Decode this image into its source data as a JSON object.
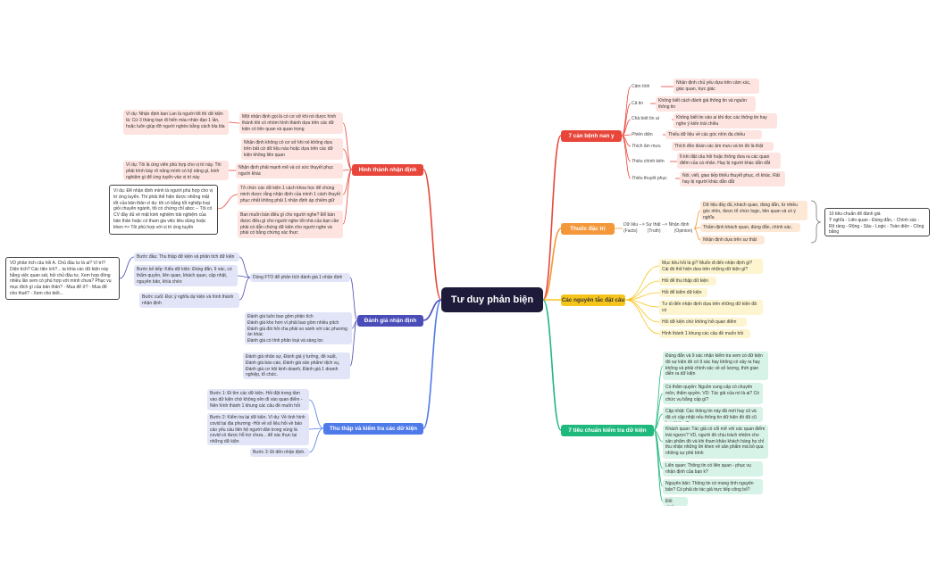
{
  "center": "Tư duy phản biện",
  "colors": {
    "red": "#e8463a",
    "orange": "#f4973a",
    "yellow": "#f6c51c",
    "green": "#1fb87d",
    "indigo": "#4a4db8",
    "blue": "#4f7ae9"
  },
  "branches": {
    "bias": {
      "label": "7 cản bệnh nan y",
      "items": [
        {
          "label": "Cảm tính",
          "desc": "Nhận định chủ yếu dựa trên cảm xúc, giác quan, trực giác"
        },
        {
          "label": "Cả tin",
          "desc": "Không biết cách đánh giá thông tin và nguồn thông tin"
        },
        {
          "label": "Chả biết tìn ai",
          "desc": "Không biết tin vào ai khi đọc các thông tin hay nghe ý kiến trái chiều"
        },
        {
          "label": "Phiến diện",
          "desc": "Thiếu dữ liệu về các góc nhìn đa chiều"
        },
        {
          "label": "Thích âm mưu",
          "desc": "Thích đồn đoán các âm mưu và tin đó là thật"
        },
        {
          "label": "Thiếu chính kiến",
          "desc": "Ít khi đặt câu hỏi hoặc thông đưa ra các quan điểm của cá nhân. Hay bị người khác dẫn dắt"
        },
        {
          "label": "Thiếu thuyết phục",
          "desc": "Nói, viết, giao tiếp thiếu thuyết phục, rõ khác. Rất hay bị người khác dẫn dắt"
        }
      ]
    },
    "medicine": {
      "label": "Thuốc đặc trị",
      "formula": "Dữ liệu --> Sự thật --> Nhận định",
      "formula_sub": "(Facts)        (Truth)           (Opinion)",
      "items": [
        "Dữ liệu đầy đủ, khách quan, đúng đắn, từ nhiều góc nhìn, được tổ chức logic, liên quan và có ý nghĩa",
        "Thẩm định khách quan, đúng đắn, chính xác.",
        "Nhận định dựa trên sự thật"
      ],
      "note_title": "10 tiêu chuẩn để đánh giá",
      "note_body": "Ý nghĩa - Liên quan - Đúng đắn, - Chính xác - Rõ ràng - Rộng - Sâu - Logic - Toàn diện - Công bằng"
    },
    "principles": {
      "label": "Các nguyên tắc đặt câu hỏi",
      "items": [
        "Mục tiêu hỏi là gì? Muốn đi đến nhận định gì? Cái đó thể hiện dưa trên những dữ kiện gì?",
        "Hỏi để thu thập dữ kiện",
        "Hỏi để kiểm dữ kiện",
        "Tư di đến nhận định dựa trên những dữ kiện đã có",
        "Hỏi dữ kiện chứ không hỏi quan điểm",
        "Hình thành 1 khung các câu đề muốn hỏi"
      ]
    },
    "standards": {
      "label": "7 tiêu chuẩn kiểm tra dữ kiện",
      "items": [
        "Đúng đắn và 9 xác nhận kiểm tra xem có dữ kiện đó sự kiện đó có 9 xác hay không có xảy ra hay không và phải chính xác về số lượng, thời gian diễn ra dữ kiện",
        "Có thẩm quyền: Nguồn cung cấp có chuyên môn, thẩm quyền. VD: Tác giả của nó là ai? Có chức vụ bằng cấp gì?",
        "Cập nhật: Các thông tin này đã mới hay cũ và đã có cập nhật nếu thông tin dữ kiện đó đã cũ hay không?",
        "Khách quan: Tác giả có cổi mở với các quan điểm trái ngược? VD, người đó chịu trách nhiệm cho sản phẩm đó và khi tham khảo khách hàng họ chỉ thu nhận những lời khen về sản phẩm mà bỏ qua những sự phê bình",
        "Liên quan: Thông tin có liên quan - phục vụ nhận định của bạn k?",
        "Nguyên bản: Thông tin có mang tính nguyên bản? Có phải do tác giả trực tiếp công bố?",
        "Đối chiếu."
      ]
    },
    "forming": {
      "label": "Hình thành nhận định",
      "items": [
        "Một nhận định gọi là có cơ sở khi nó được hình thành khi có nhóm hình thành dựa trên các dữ kiện có liên quan và quan trọng",
        "Nhận định không có cơ sở khi nó không dựa trên bất cứ dữ liệu nào hoặc dựa trên các dữ kiện không liên quan",
        "Nhận định phải mạnh mẽ và có sức thuyết phục người khác",
        "Tổ chức các dữ kiện 1 cách khoa học để chúng minh được rằng nhận định của mình 1 cách thuyết phục nhất không phải 1 nhận định áp chiếm giữ",
        "Ban muốn bán điều gì cho người nghe? Để bán được điều gì cho người nghe tốt nhà của bạn cần phải có dẫn chứng dữ kiện cho người nghe và phải có bằng chứng xác thực"
      ],
      "notes": [
        "Ví dụ: Nhận định ban Lan là người tốt thì dữ kiện là: Cứ 3 tháng bạn đi hiến máu nhân đạo 1 lần, hoặc luôn giúp đỡ người nghèo bằng cách bla bla",
        "Ví dụ: Tôi là ứng viên phù hợp cho vị trí này. Thì phải trình bày rõ năng mình có kỹ năng gì, kinh nghiệm gì để ứng tuyển vào vị trí này",
        "Ví dụ: Để nhận định mình là người phù hợp cho vị trí ứng tuyển. Thì phải thể hiện được những mặt tốt của bản thân ví dụ: tôi có bằng tốt nghiệp loại giỏi chuyên ngành, tôi có chứng chỉ abcc -- Tôi có CV đầy đủ về mặt kinh nghiệm trải nghiệm của bản thân hoặc có tham gia việc tiêu dùng hoặc khen => Tôi phù hợp với vị trí ứng tuyển"
      ]
    },
    "evaluate": {
      "label": "Đánh giá nhận định",
      "fto": "Dùng FTO để phân tích đánh giá 1 nhận định",
      "steps": [
        "Bước đầu: Thu thập dữ kiện và phân tích dữ kiện",
        "Bước kế tiếp: Kiểu dữ kiện: Đúng đắn, 9 xác, có thẩm quyền, liên quan, khách quan, cập nhật, nguyên bản, khía chéo",
        "Bước cuối: Đọc ý nghĩa dự kiện và hình thành nhận định"
      ],
      "criteria": [
        "Đánh giá luôn bao gồm phân tích\nĐánh giá kho hơn vì phải bao gồm nhiều pitch\nĐánh giá đòi hỏi cha phải so sánh với các phương án khác\nĐánh giá có tính phân loại và sàng lọc",
        "Đánh giá nhân sự, Đánh giá ý tưởng, đề xuất, Đánh giá báo cáo, Đánh giá sản phẩm/ dịch vụ, Đánh giá cơ hội kinh doanh, Đánh giá 1 doanh nghiệp, tổ chức."
      ],
      "note": "VD phân tích câu hỏi A. Chủ đầu tư là ai? Vì trí? Diện tích? Các tiện ích?... ta khía các dữ kiện này bằng việc quan sát, hỏi chủ đầu tư, Xem hợp đồng nhiều lần xem có phù hợp với mình chưa? Phục vụ mục đích gì của bản thân? - Mua để ở? - Mua để cho thuê? - Xem cho biết..."
    },
    "check": {
      "label": "Thu thập và kiểm tra các dữ kiện",
      "items": [
        "Bước 1: Đi tìm các dữ kiện. Hỏi đặt trong tâm vào dữ kiện chứ không nên đi vào quan điểm - Nên hình thành 1 khung các câu đề muốn hỏi",
        "Bước 2: Kiểm tra lại dữ kiện. Ví dụ: Về tình hình covid tại địa phương -Hỏi về số liệu hỏi về báo cáo yếu cầu liên hệ người dân trong vùng là covid có được hỗ trợ chưa... để xác thực lại những dữ kiện",
        "Bước 3: Đi đến nhận định."
      ]
    }
  }
}
